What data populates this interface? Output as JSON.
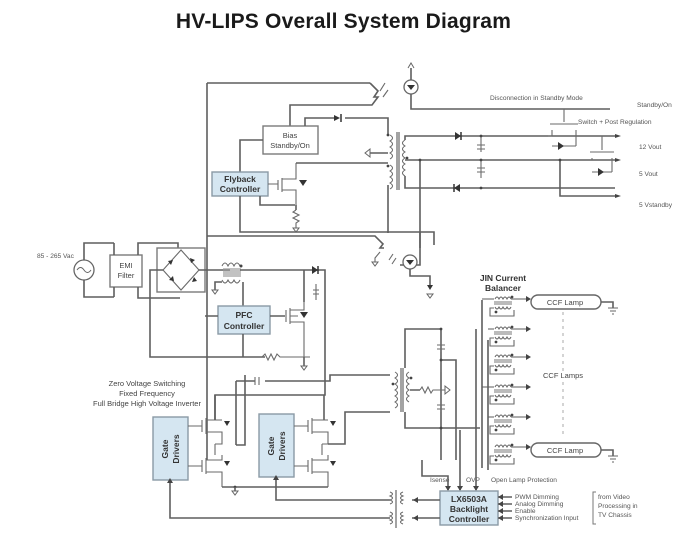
{
  "title": "HV-LIPS Overall System Diagram",
  "blocks": {
    "emi_filter": [
      "EMI",
      "Filter"
    ],
    "bias": [
      "Bias",
      "Standby/On"
    ],
    "flyback": [
      "Flyback",
      "Controller"
    ],
    "pfc": [
      "PFC",
      "Controller"
    ],
    "gate_drivers_1": [
      "Gate",
      "Drivers"
    ],
    "gate_drivers_2": [
      "Gate",
      "Drivers"
    ],
    "backlight": [
      "LX6503A",
      "Backlight",
      "Controller"
    ]
  },
  "labels": {
    "ac_input": "85 - 265 Vac",
    "disconnection": "Disconnection in Standby Mode",
    "standby_on": "Standby/On",
    "switch_post_reg": "Switch + Post Regulation",
    "out_12v": "12 Vout",
    "out_5v": "5 Vout",
    "out_5vstandby": "5 Vstandby",
    "jin_balancer": [
      "JIN Current",
      "Balancer"
    ],
    "ccf_lamp_top": "CCF Lamp",
    "ccf_lamp_bottom": "CCF Lamp",
    "ccf_lamps": "CCF Lamps",
    "inverter_desc": [
      "Zero Voltage Switching",
      "Fixed Frequency",
      "Full Bridge High Voltage Inverter"
    ],
    "isense": "Isense",
    "ovp": "OVP",
    "open_lamp": "Open Lamp Protection",
    "inputs": [
      "PWM Dimming",
      "Analog Dimming",
      "Enable",
      "Synchronization Input"
    ],
    "video_source": [
      "from Video",
      "Processing in",
      "TV Chassis"
    ]
  }
}
